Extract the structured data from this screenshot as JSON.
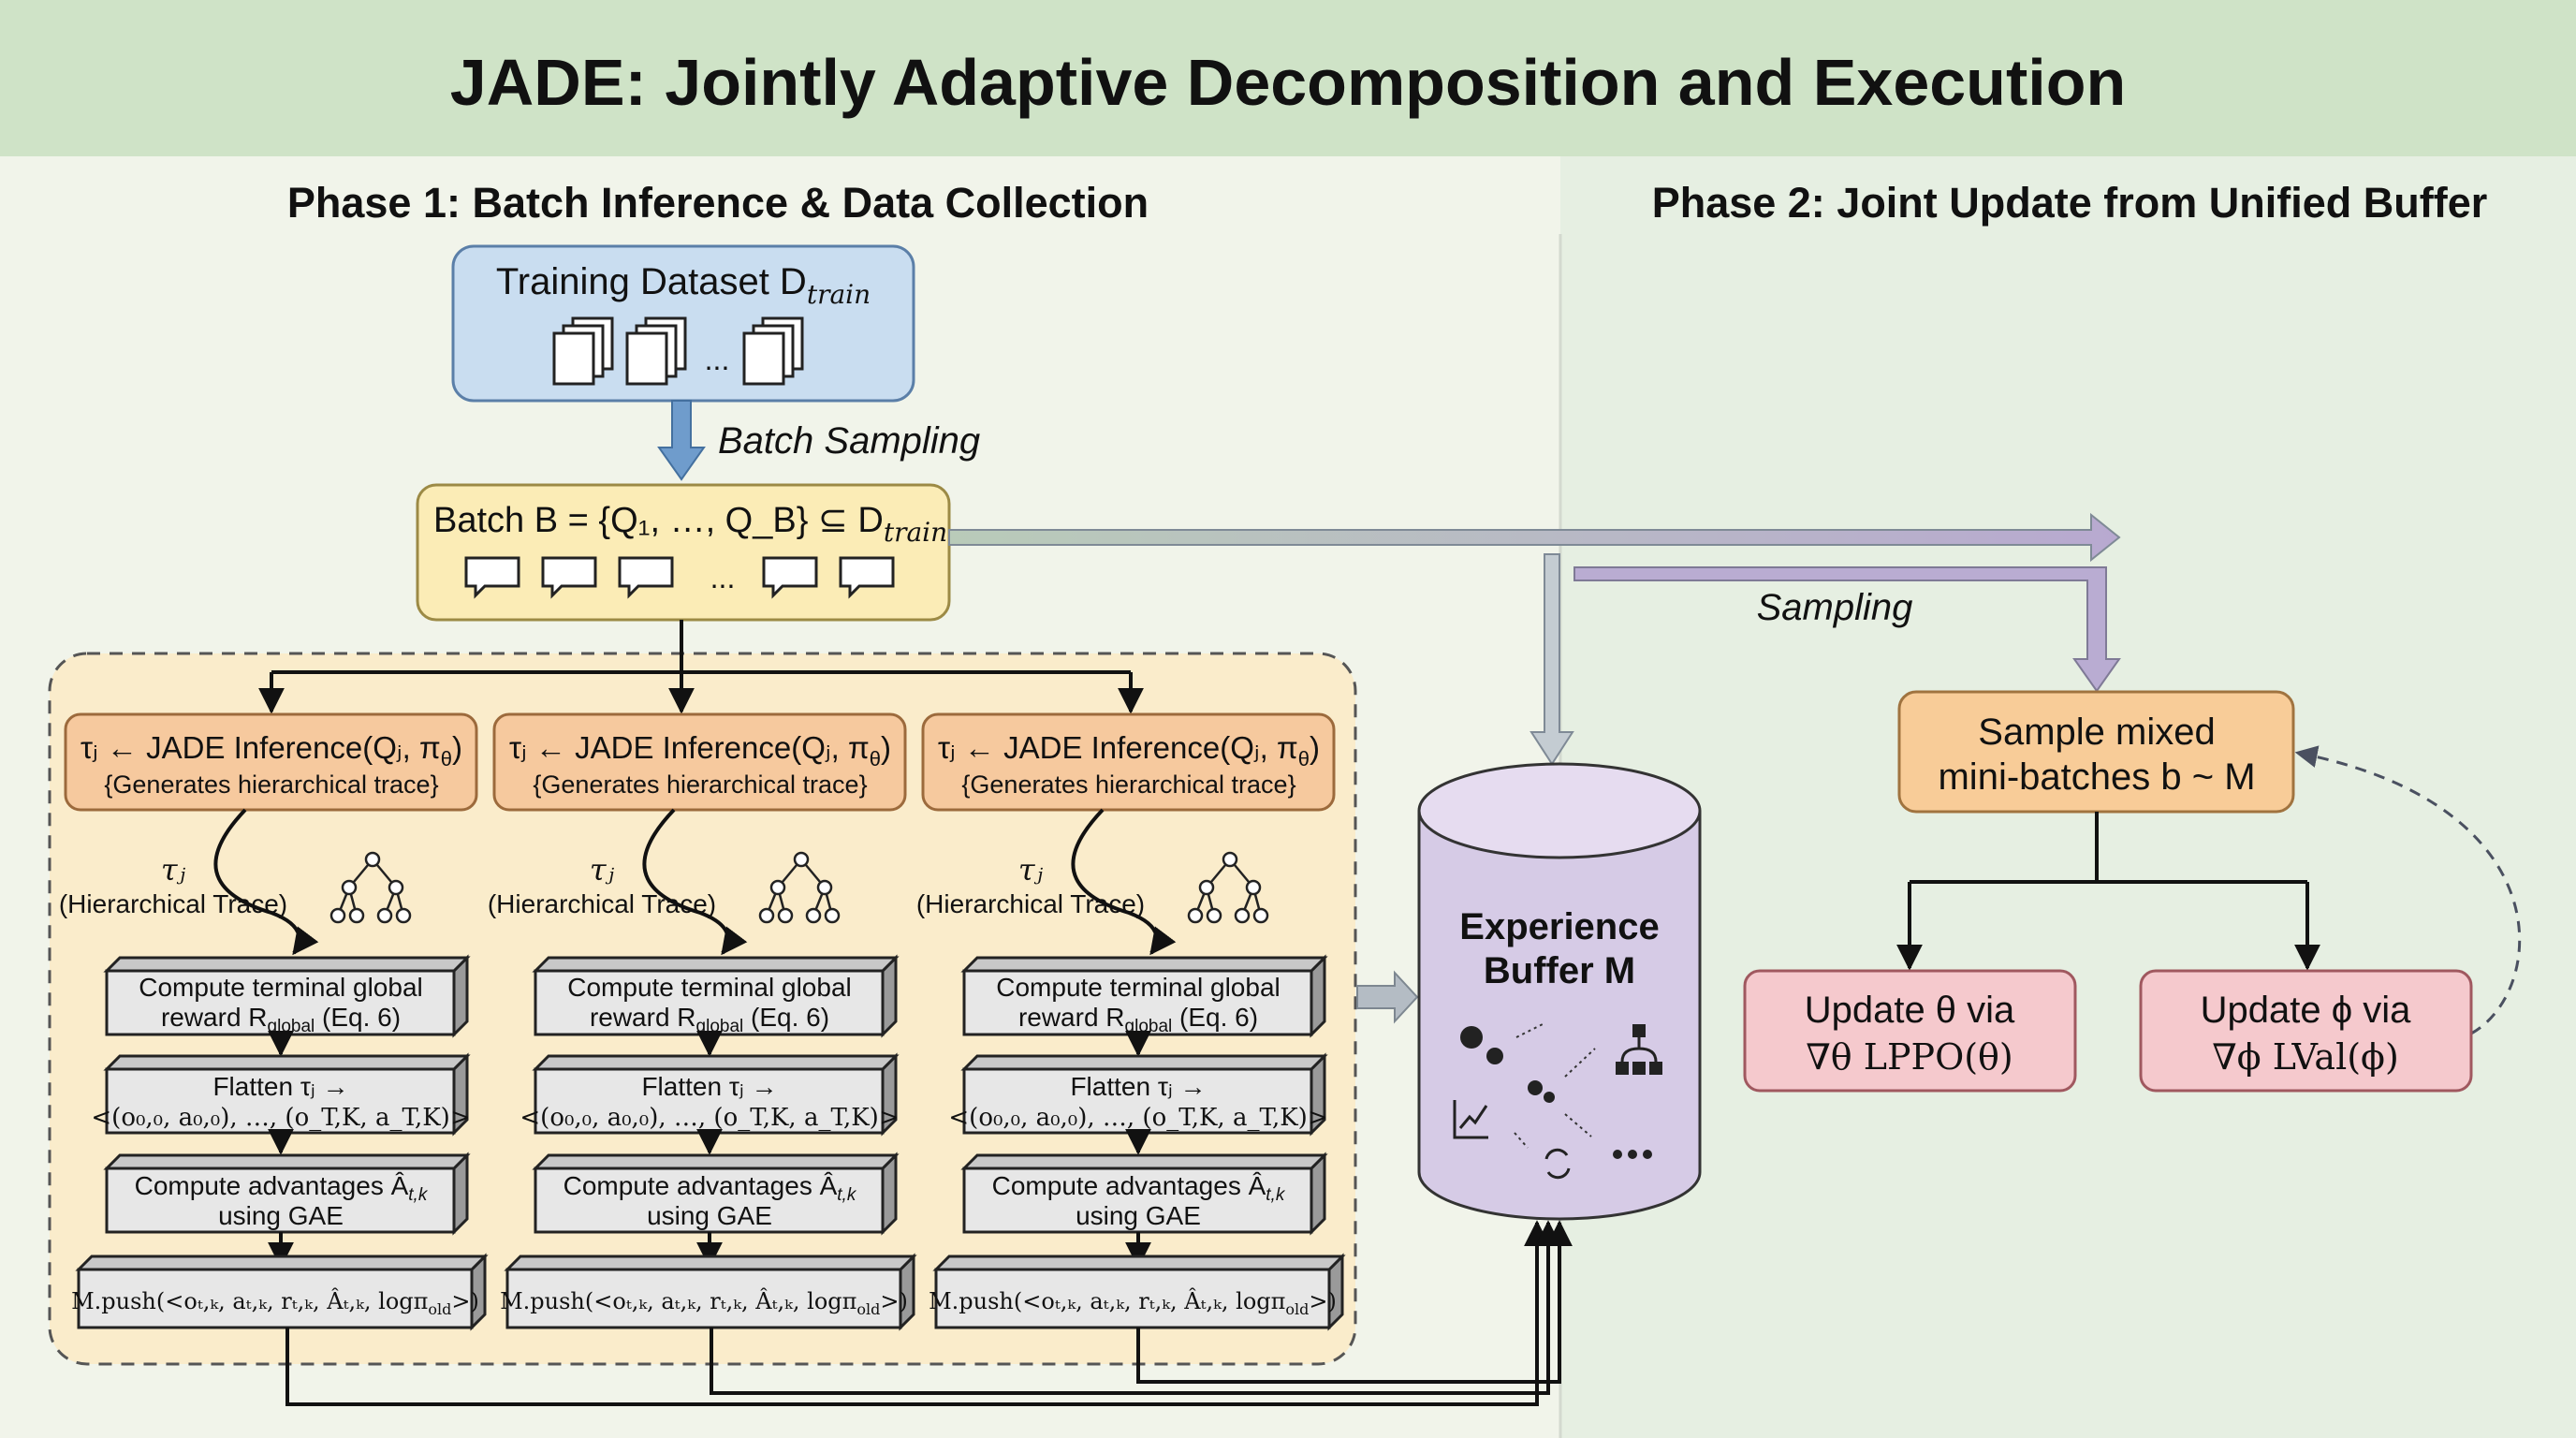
{
  "title": "JADE: Jointly Adaptive Decomposition and Execution",
  "phase1": {
    "title": "Phase 1: Batch Inference & Data Collection",
    "dataset": {
      "label": "Training Dataset D",
      "sub": "train",
      "ellipsis": "..."
    },
    "batch_sampling": "Batch Sampling",
    "batch": {
      "label": "Batch B = {Q₁, …, Q_B} ⊆ D",
      "sub": "train",
      "ellipsis": "..."
    },
    "columns": [
      {
        "inference": "τⱼ ← JADE Inference(Qⱼ, π",
        "inference_sub": "θ",
        "inference_note": "{Generates hierarchical trace}",
        "trace_symbol": "τⱼ",
        "trace_label": "(Hierarchical Trace)",
        "reward_line1": "Compute terminal global",
        "reward_line2": "reward R",
        "reward_sub": "global",
        "reward_eq": " (Eq. 6)",
        "flatten_line1": "Flatten τⱼ →",
        "flatten_line2": "<(o₀,₀, a₀,₀), …, (o_T,K, a_T,K)>",
        "adv_line1": "Compute advantages Â",
        "adv_sub": "t,k",
        "adv_line2": "using GAE",
        "push": "M.push(<oₜ,ₖ, aₜ,ₖ, rₜ,ₖ, Âₜ,ₖ, logπ",
        "push_sub": "old",
        "push_end": ">)"
      },
      {
        "inference": "τⱼ ← JADE Inference(Qⱼ, π",
        "inference_sub": "θ",
        "inference_note": "{Generates hierarchical trace}",
        "trace_symbol": "τⱼ",
        "trace_label": "(Hierarchical Trace)",
        "reward_line1": "Compute terminal global",
        "reward_line2": "reward R",
        "reward_sub": "global",
        "reward_eq": " (Eq. 6)",
        "flatten_line1": "Flatten τⱼ →",
        "flatten_line2": "<(o₀,₀, a₀,₀), …, (o_T,K, a_T,K)>",
        "adv_line1": "Compute advantages Â",
        "adv_sub": "t,k",
        "adv_line2": "using GAE",
        "push": "M.push(<oₜ,ₖ, aₜ,ₖ, rₜ,ₖ, Âₜ,ₖ, logπ",
        "push_sub": "old",
        "push_end": ">)"
      },
      {
        "inference": "τⱼ ← JADE Inference(Qⱼ, π",
        "inference_sub": "θ",
        "inference_note": "{Generates hierarchical trace}",
        "trace_symbol": "τⱼ",
        "trace_label": "(Hierarchical Trace)",
        "reward_line1": "Compute terminal global",
        "reward_line2": "reward R",
        "reward_sub": "global",
        "reward_eq": " (Eq. 6)",
        "flatten_line1": "Flatten τⱼ →",
        "flatten_line2": "<(o₀,₀, a₀,₀), …, (o_T,K, a_T,K)>",
        "adv_line1": "Compute advantages Â",
        "adv_sub": "t,k",
        "adv_line2": "using GAE",
        "push": "M.push(<oₜ,ₖ, aₜ,ₖ, rₜ,ₖ, Âₜ,ₖ, logπ",
        "push_sub": "old",
        "push_end": ">)"
      }
    ]
  },
  "buffer": {
    "line1": "Experience",
    "line2": "Buffer M"
  },
  "phase2": {
    "title": "Phase 2: Joint Update from Unified Buffer",
    "sampling": "Sampling",
    "sample_box": {
      "line1": "Sample mixed",
      "line2": "mini-batches b ~ M"
    },
    "update_theta": {
      "line1": "Update θ via",
      "line2": "∇θ LPPO(θ)"
    },
    "update_phi": {
      "line1": "Update ϕ via",
      "line2": "∇ϕ LVal(ϕ)"
    }
  },
  "colors": {
    "title_band": "#cfe3c7",
    "left_bg": "#f1f4ea",
    "right_bg": "#e6efe2",
    "dataset_box": "#c9ddf0",
    "batch_box": "#fbecb6",
    "region": "#faeccb",
    "inference_box": "#f6c99e",
    "step_box": "#e7e7e7",
    "buffer": "#d6cbe6",
    "sample_box": "#f8cc98",
    "update_box": "#f5c9cd",
    "flow_arrow": "#a9b8b0"
  }
}
